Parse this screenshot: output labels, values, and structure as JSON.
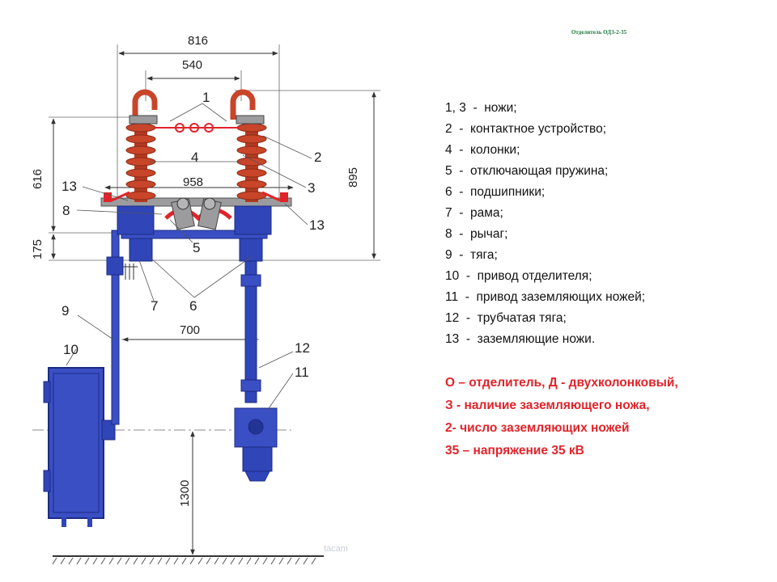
{
  "slide": {
    "title": "Отделитель ОДЗ-2-35"
  },
  "drawing": {
    "dimensions": {
      "width_total": "816",
      "width_poles": "540",
      "blade_span": "958",
      "height_total": "895",
      "height_column": "616",
      "height_base": "175",
      "drive_offset": "700",
      "drive_height": "1300"
    },
    "callouts": [
      "1",
      "2",
      "3",
      "4",
      "5",
      "6",
      "7",
      "8",
      "9",
      "10",
      "11",
      "12",
      "13",
      "13"
    ]
  },
  "legend": [
    {
      "num": "1, 3",
      "text": "ножи;"
    },
    {
      "num": "2",
      "text": "контактное устройство;"
    },
    {
      "num": "4",
      "text": "колонки;"
    },
    {
      "num": "5",
      "text": "отключающая пружина;"
    },
    {
      "num": "6",
      "text": "подшипники;"
    },
    {
      "num": "7",
      "text": "рама;"
    },
    {
      "num": "8",
      "text": "рычаг;"
    },
    {
      "num": "9",
      "text": "тяга;"
    },
    {
      "num": "10",
      "text": "привод отделителя;"
    },
    {
      "num": "11",
      "text": "привод заземляющих ножей;"
    },
    {
      "num": "12",
      "text": "трубчатая тяга;"
    },
    {
      "num": "13",
      "text": "заземляющие ножи."
    }
  ],
  "decoding": [
    "О – отделитель, Д - двухколонковый,",
    "З - наличие заземляющего ножа,",
    "2- число заземляющих ножей",
    "35 – напряжение 35 кВ"
  ],
  "watermark": "tacam",
  "colors": {
    "insulator": "#c8452a",
    "steel": "#2f45b8",
    "blade_grey": "#a9a9ab",
    "accent_red": "#e0242a",
    "title_green": "#1a7a3a"
  }
}
